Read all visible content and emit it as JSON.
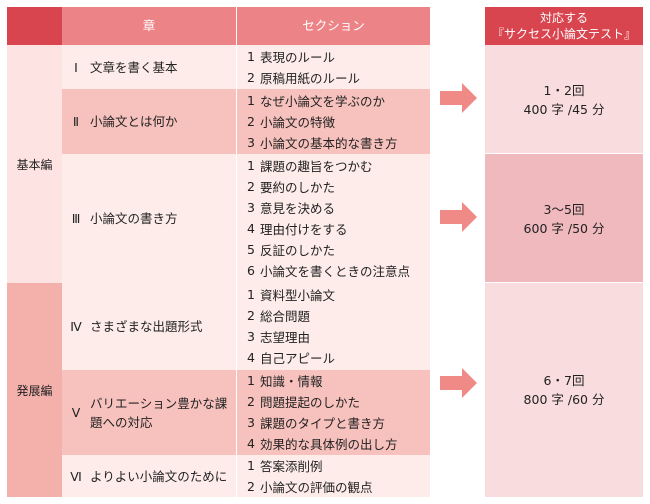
{
  "colors": {
    "header_dark": "#d9454f",
    "header_light": "#ec8487",
    "basic_part_bg": "#fde3e2",
    "advanced_part_bg": "#f4b0ab",
    "row_pale": "#fdecea",
    "row_mid": "#f7c2bd",
    "test_pale": "#f9dcde",
    "test_mid": "#f0b9be",
    "arrow": "#f08a86"
  },
  "header": {
    "chapter": "章",
    "section": "セクション",
    "test": "対応する\n『サクセス小論文テスト』"
  },
  "parts": [
    {
      "label": "基本編"
    },
    {
      "label": "発展編"
    }
  ],
  "chapters": [
    {
      "num": "Ⅰ",
      "title": "文章を書く基本",
      "sections": [
        {
          "n": "1",
          "text": "表現のルール"
        },
        {
          "n": "2",
          "text": "原稿用紙のルール"
        }
      ]
    },
    {
      "num": "Ⅱ",
      "title": "小論文とは何か",
      "sections": [
        {
          "n": "1",
          "text": "なぜ小論文を学ぶのか"
        },
        {
          "n": "2",
          "text": "小論文の特徴"
        },
        {
          "n": "3",
          "text": "小論文の基本的な書き方"
        }
      ]
    },
    {
      "num": "Ⅲ",
      "title": "小論文の書き方",
      "sections": [
        {
          "n": "1",
          "text": "課題の趣旨をつかむ"
        },
        {
          "n": "2",
          "text": "要約のしかた"
        },
        {
          "n": "3",
          "text": "意見を決める"
        },
        {
          "n": "4",
          "text": "理由付けをする"
        },
        {
          "n": "5",
          "text": "反証のしかた"
        },
        {
          "n": "6",
          "text": "小論文を書くときの注意点"
        }
      ]
    },
    {
      "num": "Ⅳ",
      "title": "さまざまな出題形式",
      "sections": [
        {
          "n": "1",
          "text": "資料型小論文"
        },
        {
          "n": "2",
          "text": "総合問題"
        },
        {
          "n": "3",
          "text": "志望理由"
        },
        {
          "n": "4",
          "text": "自己アピール"
        }
      ]
    },
    {
      "num": "Ⅴ",
      "title": "バリエーション豊かな課題への対応",
      "sections": [
        {
          "n": "1",
          "text": "知識・情報"
        },
        {
          "n": "2",
          "text": "問題提起のしかた"
        },
        {
          "n": "3",
          "text": "課題のタイプと書き方"
        },
        {
          "n": "4",
          "text": "効果的な具体例の出し方"
        }
      ]
    },
    {
      "num": "Ⅵ",
      "title": "よりよい小論文のために",
      "sections": [
        {
          "n": "1",
          "text": "答案添削例"
        },
        {
          "n": "2",
          "text": "小論文の評価の観点"
        }
      ]
    }
  ],
  "tests": [
    {
      "round": "1・2回",
      "detail": "400 字 /45 分"
    },
    {
      "round": "3～5回",
      "detail": "600 字 /50 分"
    },
    {
      "round": "6・7回",
      "detail": "800 字 /60 分"
    }
  ]
}
